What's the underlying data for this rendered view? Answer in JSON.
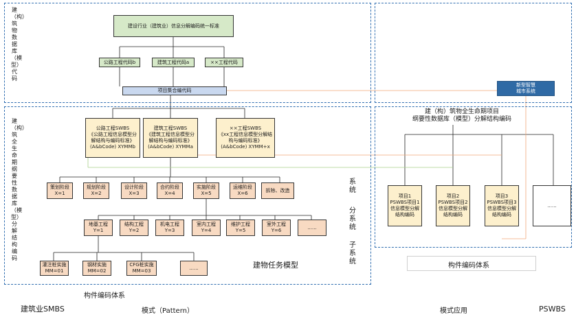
{
  "top_title": "建设行业（建筑业）信息分解编码统一标准",
  "codes": [
    "公路工程代码b",
    "建筑工程代码a",
    "××工程代码"
  ],
  "project_code": "项目集合编代码",
  "smart_city": "新型智慧\n城市系统",
  "swbs": [
    "公路工程SWBS\n《公路工程信息模型分\n解结构与编码标准》\n(A&bCode) XYMMb",
    "建筑工程SWBS\n《建筑工程信息模型分\n解结构与编码标准》\n(A&bCode) XYMMa",
    "××工程SWBS\n《xx工程信息模型分解结\n构与编码标准》\n(A&bCode) XYMM+x"
  ],
  "stages": [
    "策划阶段\nX=1",
    "规划阶段\nX=2",
    "设计阶段\nX=3",
    "合约阶段\nX=4",
    "实施阶段\nX=5",
    "运维阶段\nX=6",
    "拆除、改造"
  ],
  "subsystems": [
    "地基工程\nY=1",
    "结构工程\nY=2",
    "机电工程\nY=3",
    "室内工程\nY=4",
    "维护工程\nY=5",
    "室外工程\nY=6",
    "......"
  ],
  "components": [
    "灌注桩实施\nMM=01",
    "钢材实施\nMM=02",
    "CFG桩实施\nMM=03",
    "......"
  ],
  "projects": [
    "项目1\nPSWBS项目1\n信息模型分解\n结构编码",
    "项目2\nPSWBS项目2\n信息模型分解\n结构编码",
    "项目3\nPSWBS项目3\n信息模型分解\n结构编码",
    "......"
  ],
  "right_title": "建（构）筑物全生命期项目\n纲要性数据库（模型）分解结构编码",
  "vlabel_top": "建（构）筑物数据库（模型）代码",
  "vlabel_mid": "建（构）筑全生命期纲要性数据库（模型）分解结构编码",
  "sys_labels": [
    "系统",
    "分系统",
    "子系统"
  ],
  "building_task": "建物任务模型",
  "component_left": "构件编码体系",
  "component_right": "构件编码体系",
  "footer": [
    "建筑业SMBS",
    "模式（Pattern）",
    "模式应用",
    "PSWBS"
  ]
}
